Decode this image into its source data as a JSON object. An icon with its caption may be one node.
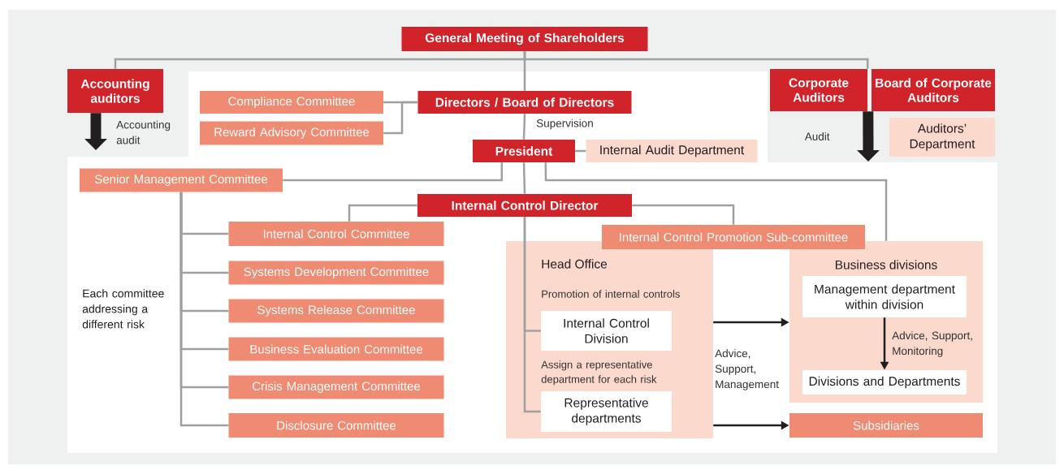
{
  "diagram": {
    "nodes": [
      {
        "text": [
          "General Meeting of Shareholders"
        ]
      },
      {
        "text": [
          "Accounting auditors"
        ]
      },
      {
        "text": [
          "Corporate Auditors"
        ]
      },
      {
        "text": [
          "Board of Corporate Auditors"
        ]
      },
      {
        "text": [
          "Auditors’ Department"
        ]
      },
      {
        "text": [
          "Compliance Committee"
        ]
      },
      {
        "text": [
          "Directors / Board of Directors"
        ]
      },
      {
        "text": [
          "Reward Advisory Committee"
        ]
      },
      {
        "text": [
          "President"
        ]
      },
      {
        "text": [
          "Internal Audit Department"
        ]
      },
      {
        "text": [
          "Senior Management Committee"
        ]
      },
      {
        "text": [
          "Internal Control Director"
        ]
      },
      {
        "text": [
          "Internal Control Committee"
        ]
      },
      {
        "text": [
          "Internal Control Promotion Sub-committee"
        ]
      },
      {
        "text": [
          "Head Office"
        ]
      },
      {
        "text": [
          "Internal Control Division"
        ],
        "in": 14,
        "beside": [
          "Promotion of internal controls"
        ]
      },
      {
        "text": [
          "Representative departments"
        ],
        "in": 14,
        "beside": [
          "Assign a representative department for each risk"
        ]
      },
      {
        "text": [
          "Business divisions"
        ]
      },
      {
        "text": [
          "Management department within division"
        ],
        "in": 17
      },
      {
        "text": [
          "Divisions and Departments"
        ],
        "in": 17
      },
      {
        "text": [
          "Systems Development Committee"
        ]
      },
      {
        "text": [
          "Systems Release Committee"
        ]
      },
      {
        "text": [
          "Business Evaluation Committee"
        ]
      },
      {
        "text": [
          "Crisis Management Committee"
        ]
      },
      {
        "text": [
          "Disclosure Committee"
        ]
      },
      {
        "text": [
          "Subsidiaries"
        ]
      }
    ],
    "edges": [
      {
        "from": 0,
        "to": 1,
        "arrow": "none"
      },
      {
        "from": 0,
        "to": 2,
        "arrow": "none"
      },
      {
        "from": 0,
        "to": 6,
        "arrow": "none"
      },
      {
        "from": 1,
        "to": null,
        "arrow": "to",
        "label": "Accounting audit",
        "style": "thick",
        "color": "#231f20"
      },
      {
        "from": 3,
        "to": null,
        "arrow": "to",
        "label": "Audit",
        "style": "thick",
        "color": "#231f20"
      },
      {
        "from": 5,
        "to": 6,
        "arrow": "none"
      },
      {
        "from": 7,
        "to": 6,
        "arrow": "none"
      },
      {
        "from": 6,
        "to": 8,
        "arrow": "none",
        "label": "Supervision"
      },
      {
        "from": 8,
        "to": 9,
        "arrow": "none"
      },
      {
        "from": 8,
        "to": 10,
        "arrow": "none"
      },
      {
        "from": 8,
        "to": 17,
        "arrow": "none"
      },
      {
        "from": 8,
        "to": 11,
        "arrow": "none"
      },
      {
        "from": 11,
        "to": 12,
        "arrow": "none"
      },
      {
        "from": 11,
        "to": 13,
        "arrow": "none"
      },
      {
        "from": 11,
        "to": 15,
        "arrow": "none"
      },
      {
        "from": 11,
        "to": 16,
        "arrow": "none"
      },
      {
        "from": 10,
        "to": 12,
        "arrow": "none"
      },
      {
        "from": 10,
        "to": 20,
        "arrow": "none"
      },
      {
        "from": 10,
        "to": 21,
        "arrow": "none"
      },
      {
        "from": 10,
        "to": 22,
        "arrow": "none"
      },
      {
        "from": 10,
        "to": 23,
        "arrow": "none"
      },
      {
        "from": 10,
        "to": 24,
        "arrow": "none"
      },
      {
        "from": 14,
        "to": 17,
        "arrow": "to",
        "label": "Advice, Support, Management",
        "color": "#231f20"
      },
      {
        "from": 14,
        "to": 25,
        "arrow": "to",
        "color": "#231f20"
      },
      {
        "from": 18,
        "to": 19,
        "arrow": "to",
        "label": "Advice, Support, Monitoring",
        "color": "#231f20"
      }
    ],
    "labels": [
      "Each committee addressing a different risk"
    ]
  }
}
